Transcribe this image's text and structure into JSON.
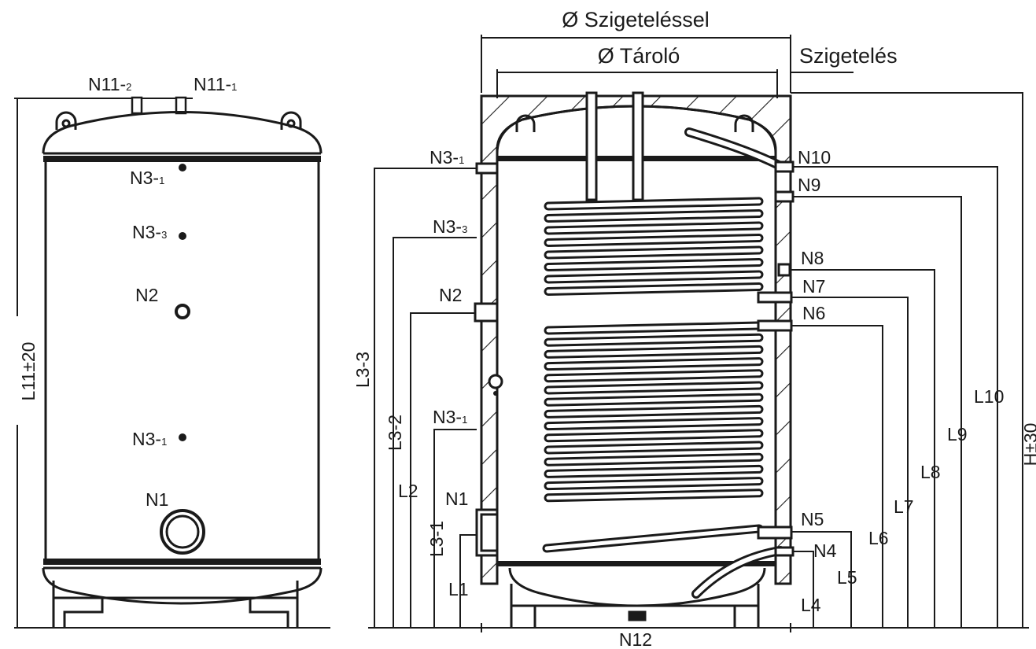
{
  "title_insulated": "Ø Szigeteléssel",
  "title_tank": "Ø Tároló",
  "title_insulation": "Szigetelés",
  "left_view": {
    "n11_2": "N11-",
    "n11_2_sub": "2",
    "n11_1": "N11-",
    "n11_1_sub": "1",
    "n3_1_top": "N3-",
    "n3_1_top_sub": "1",
    "n3_3": "N3-",
    "n3_3_sub": "3",
    "n2": "N2",
    "n3_1_bottom": "N3-",
    "n3_1_bottom_sub": "1",
    "n1": "N1",
    "l11": "L11±20"
  },
  "right_view": {
    "n3_1_top": "N3-",
    "n3_1_top_sub": "1",
    "n3_3": "N3-",
    "n3_3_sub": "3",
    "n2": "N2",
    "n3_1_bottom": "N3-",
    "n3_1_bottom_sub": "1",
    "n1": "N1",
    "n4": "N4",
    "n5": "N5",
    "n6": "N6",
    "n7": "N7",
    "n8": "N8",
    "n9": "N9",
    "n10": "N10",
    "n12": "N12",
    "l1": "L1",
    "l2": "L2",
    "l3_1": "L3-1",
    "l3_2": "L3-2",
    "l3_3": "L3-3",
    "l4": "L4",
    "l5": "L5",
    "l6": "L6",
    "l7": "L7",
    "l8": "L8",
    "l9": "L9",
    "l10": "L10",
    "h": "H±30"
  }
}
